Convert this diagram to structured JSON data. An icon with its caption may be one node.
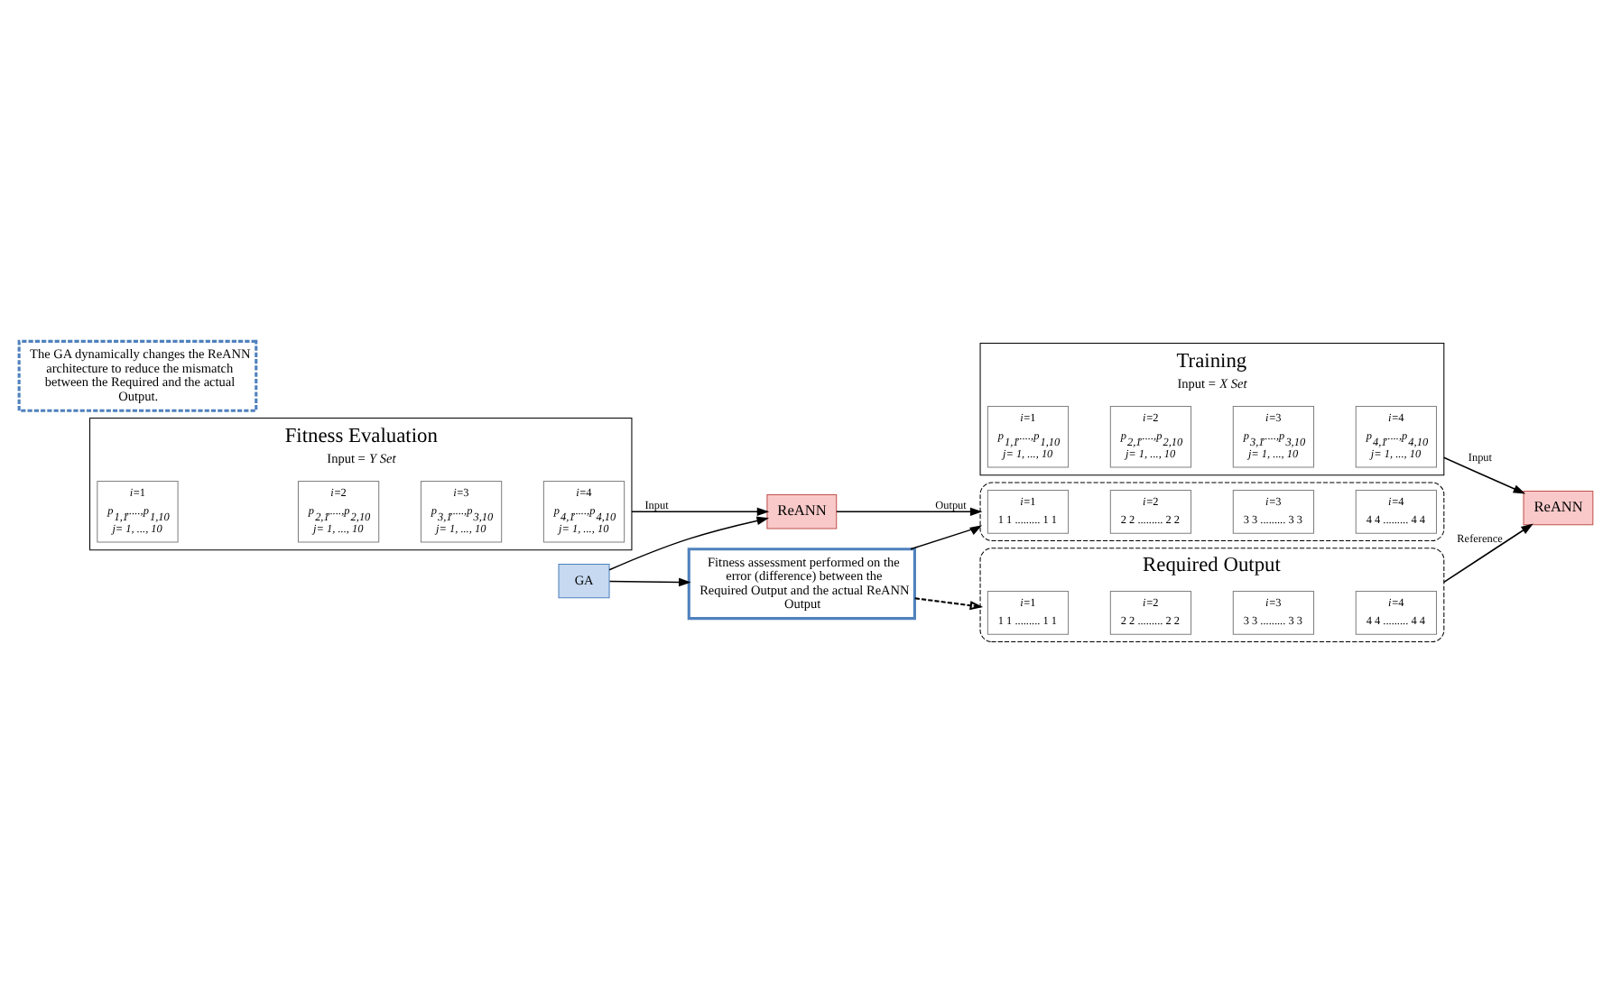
{
  "diagram": {
    "nodes": [
      {
        "text": [
          "Training",
          "Input = *X Set*"
        ]
      },
      {
        "text": [
          "*i*=1",
          "*p$_{1,1}$,....,p$_{1,10}$*",
          "*j= 1, ..., 10*"
        ],
        "in": 0
      },
      {
        "text": [
          "*i*=2",
          "*p$_{2,1}$,....,p$_{2,10}$*",
          "*j= 1, ..., 10*"
        ],
        "in": 0
      },
      {
        "text": [
          "*i*=3",
          "*p$_{3,1}$,....,p$_{3,10}$*",
          "*j= 1, ..., 10*"
        ],
        "in": 0
      },
      {
        "text": [
          "*i*=4",
          "*p$_{4,1}$,....,p$_{4,10}$*",
          "*j= 1, ..., 10*"
        ],
        "in": 0
      },
      {
        "text": [
          "Fitness Evaluation",
          "Input = *Y Set*"
        ]
      },
      {
        "text": [
          "*i*=1",
          "*p$_{1,1}$,....,p$_{1,10}$*",
          "*j= 1, ..., 10*"
        ],
        "in": 5
      },
      {
        "text": [
          "*i*=2",
          "*p$_{2,1}$,....,p$_{2,10}$*",
          "*j= 1, ..., 10*"
        ],
        "in": 5
      },
      {
        "text": [
          "*i*=3",
          "*p$_{3,1}$,....,p$_{3,10}$*",
          "*j= 1, ..., 10*"
        ],
        "in": 5
      },
      {
        "text": [
          "*i*=4",
          "*p$_{4,1}$,....,p$_{4,10}$*",
          "*j= 1, ..., 10*"
        ],
        "in": 5
      },
      {
        "text": [
          "Required Output"
        ]
      },
      {
        "text": [
          "*i*=1",
          "1 1 ......... 1 1"
        ],
        "in": 10
      },
      {
        "text": [
          "*i*=2",
          "2 2 ......... 2 2"
        ],
        "in": 10
      },
      {
        "text": [
          "*i*=3",
          "3 3 ......... 3 3"
        ],
        "in": 10
      },
      {
        "text": [
          "*i*=4",
          "4 4 ......... 4 4"
        ],
        "in": 10
      },
      {
        "text": [
          "ReANN"
        ]
      },
      {
        "text": [
          "Fitness assessment performed on the error (difference) between the Required Output and the actual ReANN Output"
        ]
      },
      {
        "text": [
          "ReANN"
        ]
      },
      {
        "text": [],
        "shape": "box"
      },
      {
        "text": [
          "*i*=1",
          "1 1 ......... 1 1"
        ],
        "in": 18
      },
      {
        "text": [
          "*i*=2",
          "2 2 ......... 2 2"
        ],
        "in": 18
      },
      {
        "text": [
          "*i*=3",
          "3 3 ......... 3 3"
        ],
        "in": 18
      },
      {
        "text": [
          "*i*=4",
          "4 4 ......... 4 4"
        ],
        "in": 18
      },
      {
        "text": [
          "GA"
        ]
      },
      {
        "text": [
          "The GA dynamically changes the ReANN architecture to reduce the mismatch between the Required and the actual Output."
        ]
      }
    ],
    "edges": [
      {
        "from": 10,
        "to": 15,
        "arrow": "to",
        "label": "Reference"
      },
      {
        "from": 0,
        "to": 15,
        "arrow": "to",
        "label": "Input"
      },
      {
        "from": 16,
        "to": 10,
        "arrow": "to",
        "style": "dashed"
      },
      {
        "from": 16,
        "to": 18,
        "arrow": "to"
      },
      {
        "from": 5,
        "to": 17,
        "arrow": "to",
        "label": "Input"
      },
      {
        "from": 17,
        "to": 18,
        "arrow": "to",
        "label": "Output"
      },
      {
        "from": 23,
        "to": 16,
        "arrow": "to"
      },
      {
        "from": 23,
        "to": 17,
        "arrow": "to"
      }
    ]
  }
}
